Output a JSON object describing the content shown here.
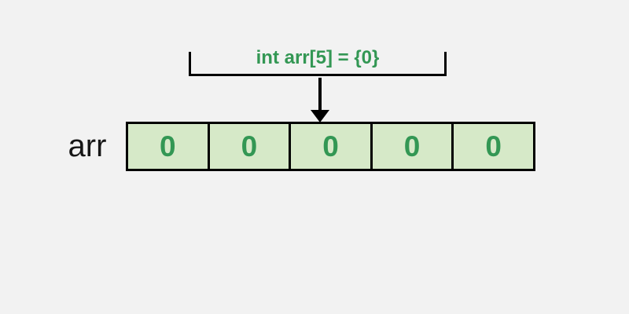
{
  "declaration": {
    "text": "int arr[5] = {0}"
  },
  "array": {
    "name": "arr",
    "cells": [
      "0",
      "0",
      "0",
      "0",
      "0"
    ]
  },
  "colors": {
    "background": "#f2f2f2",
    "line": "#000000",
    "green_text": "#339754",
    "cell_fill": "#d6e9c8",
    "name_text": "#161616"
  }
}
